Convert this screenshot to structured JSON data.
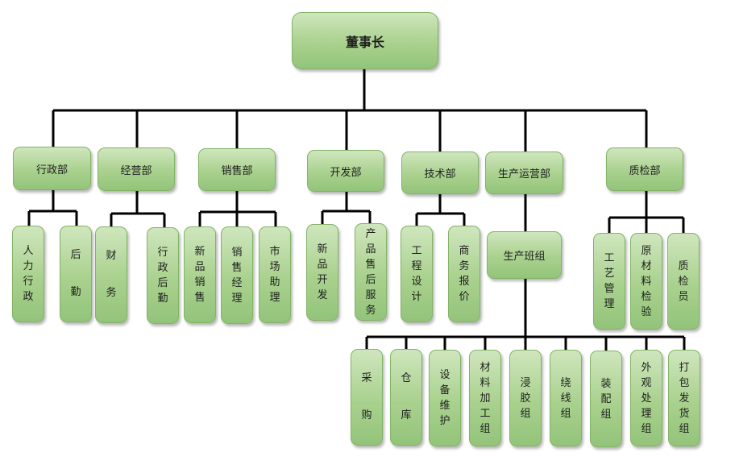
{
  "chairman": "董事长",
  "departments": {
    "admin": "行政部",
    "operations": "经营部",
    "sales": "销售部",
    "development": "开发部",
    "technical": "技术部",
    "production": "生产运营部",
    "quality": "质检部"
  },
  "units": {
    "admin_hr": "人力行政",
    "admin_logistics": "后勤",
    "ops_finance": "财务",
    "ops_admin_logistics": "行政后勤",
    "sales_new": "新品销售",
    "sales_manager": "销售经理",
    "sales_marketing": "市场助理",
    "dev_new": "新品开发",
    "dev_after_sales": "产品售后服务",
    "tech_design": "工程设计",
    "tech_quote": "商务报价",
    "prod_team": "生产班组",
    "qc_process": "工艺管理",
    "qc_raw": "原材料检验",
    "qc_inspector": "质检员"
  },
  "production_groups": {
    "purchase": "采购",
    "warehouse": "仓库",
    "maintenance": "设备维护",
    "material_processing": "材料加工组",
    "dipping": "浸胶组",
    "winding": "绕线组",
    "assembly": "装配组",
    "finishing": "外观处理组",
    "shipping": "打包发货组"
  }
}
